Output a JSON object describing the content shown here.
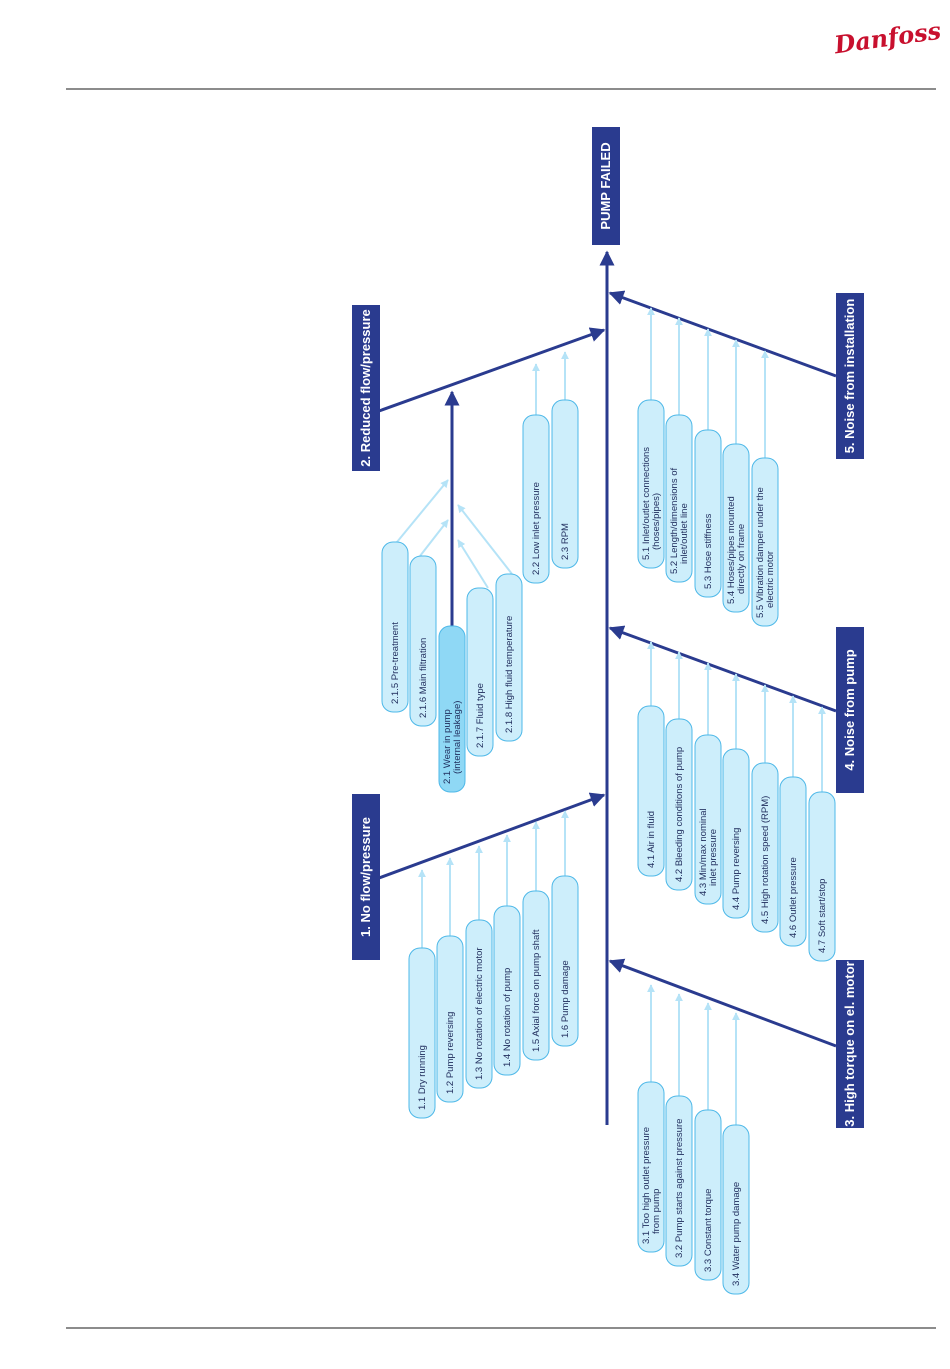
{
  "brand": {
    "logo_text": "Danfoss"
  },
  "diagram": {
    "root": "PUMP FAILED",
    "categories": [
      {
        "id": "1",
        "label": "1. No flow/pressure",
        "causes": [
          {
            "lines": [
              "1.1 Dry running"
            ]
          },
          {
            "lines": [
              "1.2 Pump reversing"
            ]
          },
          {
            "lines": [
              "1.3 No rotation of electric motor"
            ]
          },
          {
            "lines": [
              "1.4 No rotation of pump"
            ]
          },
          {
            "lines": [
              "1.5 Axial force on pump shaft"
            ]
          },
          {
            "lines": [
              "1.6 Pump damage"
            ]
          }
        ]
      },
      {
        "id": "2",
        "label": "2. Reduced flow/pressure",
        "causes": [
          {
            "lines": [
              "2.1.5 Pre-treatment"
            ]
          },
          {
            "lines": [
              "2.1.6 Main filtration"
            ]
          },
          {
            "lines": [
              "2.1 Wear in pump",
              "(internal leakage)"
            ],
            "highlight": true
          },
          {
            "lines": [
              "2.1.7 Fluid type"
            ]
          },
          {
            "lines": [
              "2.1.8 High fluid temperature"
            ]
          },
          {
            "lines": [
              "2.2 Low inlet pressure"
            ]
          },
          {
            "lines": [
              "2.3 RPM"
            ]
          }
        ]
      },
      {
        "id": "3",
        "label": "3. High torque on el. motor",
        "causes": [
          {
            "lines": [
              "3.1 Too high outlet pressure",
              "from pump"
            ]
          },
          {
            "lines": [
              "3.2 Pump starts against pressure"
            ]
          },
          {
            "lines": [
              "3.3 Constant torque"
            ]
          },
          {
            "lines": [
              "3.4 Water pump damage"
            ]
          }
        ]
      },
      {
        "id": "4",
        "label": "4. Noise from pump",
        "causes": [
          {
            "lines": [
              "4.1 Air in fluid"
            ]
          },
          {
            "lines": [
              "4.2 Bleeding conditions of pump"
            ]
          },
          {
            "lines": [
              "4.3 Min/max nominal",
              "inlet pressure"
            ]
          },
          {
            "lines": [
              "4.4 Pump reversing"
            ]
          },
          {
            "lines": [
              "4.5 High rotation speed (RPM)"
            ]
          },
          {
            "lines": [
              "4.6 Outlet pressure"
            ]
          },
          {
            "lines": [
              "4.7 Soft start/stop"
            ]
          }
        ]
      },
      {
        "id": "5",
        "label": "5. Noise from installation",
        "causes": [
          {
            "lines": [
              "5.1 Inlet/outlet connections",
              "(hoses/pipes)"
            ]
          },
          {
            "lines": [
              "5.2 Length/dimensions of",
              "inlet/outlet line"
            ]
          },
          {
            "lines": [
              "5.3 Hose stiffness"
            ]
          },
          {
            "lines": [
              "5.4 Hoses/pipes mounted",
              "directly on frame"
            ]
          },
          {
            "lines": [
              "5.5 Vibration damper under the",
              "electric motor"
            ]
          }
        ]
      }
    ]
  },
  "colors": {
    "dark_blue": "#2a3b8f",
    "light_blue": "#cdeefb",
    "highlight_blue": "#8fd8f5",
    "pill_border": "#4db8e8",
    "arrow_light": "#b5e3f7",
    "rule": "#1a1a1a"
  }
}
